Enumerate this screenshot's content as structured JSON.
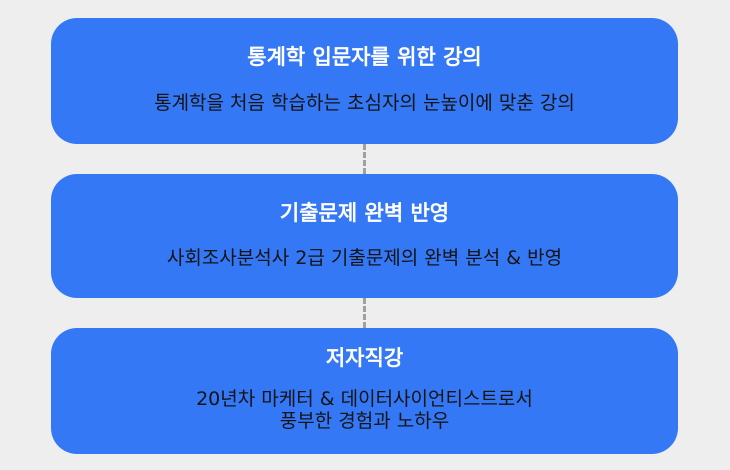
{
  "cards": [
    {
      "title": "통계학 입문자를 위한 강의",
      "description": [
        "통계학을 처음 학습하는 초심자의 눈높이에 맞춘 강의"
      ]
    },
    {
      "title": "기출문제 완벽 반영",
      "description": [
        "사회조사분석사 2급 기출문제의 완벽 분석 & 반영"
      ]
    },
    {
      "title": "저자직강",
      "description": [
        "20년차 마케터 & 데이터사이언티스트로서",
        "풍부한 경험과 노하우"
      ]
    }
  ],
  "colors": {
    "background": "#eeeeee",
    "card": "#3478f6",
    "title_text": "#ffffff",
    "body_text": "#141414",
    "connector": "#a0a0a0"
  }
}
